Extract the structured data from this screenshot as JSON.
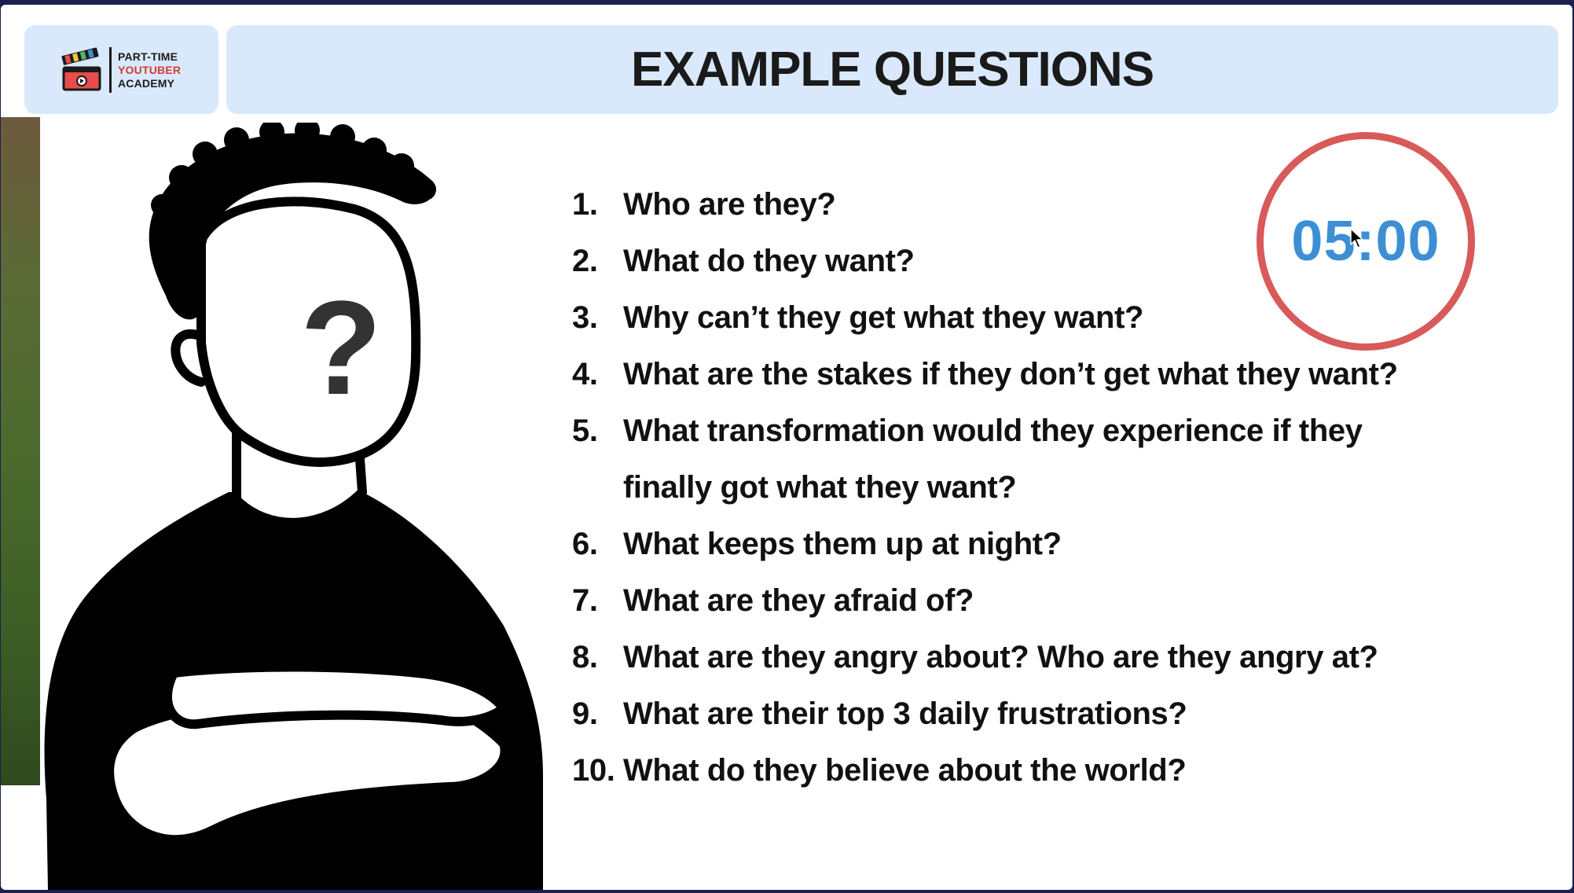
{
  "logo": {
    "line1": "PART-TIME",
    "line2": "YOUTUBER",
    "line3": "ACADEMY"
  },
  "header": {
    "title": "EXAMPLE QUESTIONS"
  },
  "illustration": {
    "face_mark": "?"
  },
  "questions": [
    {
      "num": "1.",
      "text": "Who are they?"
    },
    {
      "num": "2.",
      "text": "What do they want?"
    },
    {
      "num": "3.",
      "text": "Why can’t they get what they want?"
    },
    {
      "num": "4.",
      "text": "What are the stakes if they don’t get what they want?"
    },
    {
      "num": "5.",
      "text": "What transformation would they experience if they finally got what they want?"
    },
    {
      "num": "6.",
      "text": "What keeps them up at night?"
    },
    {
      "num": "7.",
      "text": "What are they afraid of?"
    },
    {
      "num": "8.",
      "text": "What are they angry about? Who are they angry at?"
    },
    {
      "num": "9.",
      "text": "What are their top 3 daily frustrations?"
    },
    {
      "num": "10.",
      "text": "What do they believe about the world?"
    }
  ],
  "timer": {
    "display": "05:00"
  },
  "colors": {
    "header_bg": "#d9e9fb",
    "timer_ring": "#d85a5a",
    "timer_text": "#3d8fd4",
    "logo_accent": "#d33a3a"
  },
  "icons": {
    "logo": "clapperboard-icon",
    "cursor": "mouse-pointer-icon"
  }
}
